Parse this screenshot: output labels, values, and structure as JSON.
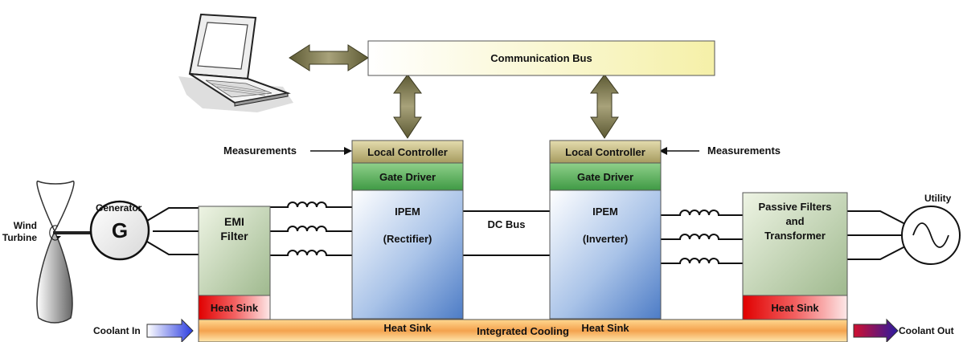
{
  "communication_bus": "Communication Bus",
  "measurements_left": "Measurements",
  "measurements_right": "Measurements",
  "left_module": {
    "controller": "Local Controller",
    "gate_driver": "Gate Driver",
    "ipem": "IPEM",
    "ipem_sub": "(Rectifier)",
    "heat_sink": "Heat Sink"
  },
  "right_module": {
    "controller": "Local Controller",
    "gate_driver": "Gate Driver",
    "ipem": "IPEM",
    "ipem_sub": "(Inverter)",
    "heat_sink": "Heat Sink"
  },
  "dc_bus": "DC Bus",
  "emi_filter": {
    "line1": "EMI",
    "line2": "Filter",
    "heat_sink": "Heat Sink"
  },
  "passive_filters": {
    "line1": "Passive Filters",
    "line2": "and",
    "line3": "Transformer",
    "heat_sink": "Heat Sink"
  },
  "generator_label": "Generator",
  "generator_symbol": "G",
  "wind_turbine": {
    "line1": "Wind",
    "line2": "Turbine"
  },
  "utility_label": "Utility",
  "integrated_cooling": "Integrated Cooling",
  "coolant_in": "Coolant In",
  "coolant_out": "Coolant Out",
  "icons": [
    "laptop-icon",
    "wind-turbine-icon",
    "generator-icon",
    "inductor-icon",
    "ac-source-icon",
    "bidirectional-arrow-icon",
    "coolant-arrow-icon"
  ]
}
